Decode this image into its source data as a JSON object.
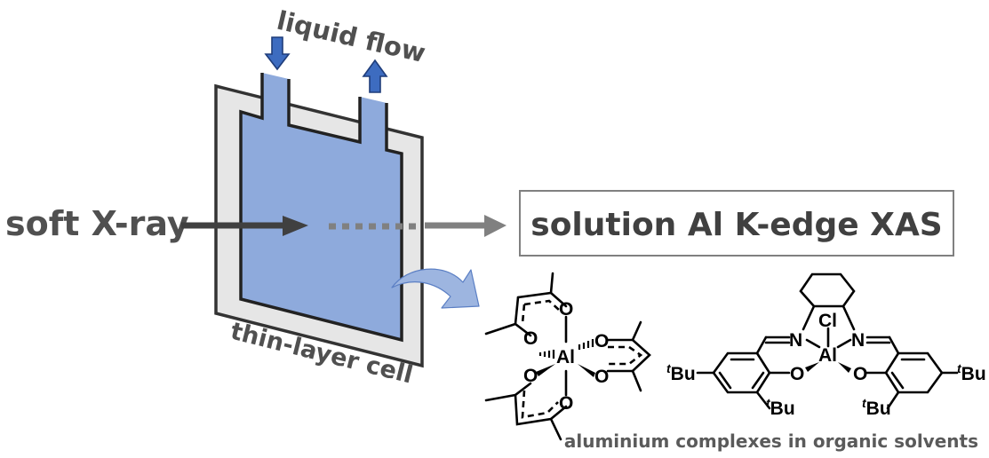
{
  "diagram": {
    "labels": {
      "liquid_flow": "liquid flow",
      "soft_xray": "soft X-ray",
      "cell": "thin-layer cell",
      "technique": "solution Al K-edge XAS",
      "caption": "aluminium complexes in organic solvents"
    },
    "flow_arrows": [
      {
        "direction": "down",
        "meaning": "inlet"
      },
      {
        "direction": "up",
        "meaning": "outlet"
      }
    ],
    "complexes": [
      {
        "name": "Al(acac)3",
        "atoms": {
          "metal": "Al",
          "oxygen": "O"
        }
      },
      {
        "name": "Al-salen-Cl",
        "atoms": {
          "metal": "Al",
          "apical": "Cl",
          "nitrogen": "N",
          "oxygen": "O",
          "tbu_prefix": "t",
          "tbu": "Bu"
        }
      }
    ],
    "colors": {
      "text": "#505050",
      "cell_frame": "#e6e6e6",
      "cell_outline": "#333333",
      "liquid": "#8eaadc",
      "flow_arrow": "#3d6cc0",
      "flow_arrow_edge": "#1f3d7a",
      "xray_arrow": "#404040",
      "transmitted": "#808080",
      "curved_arrow": "#9db5e0"
    }
  }
}
